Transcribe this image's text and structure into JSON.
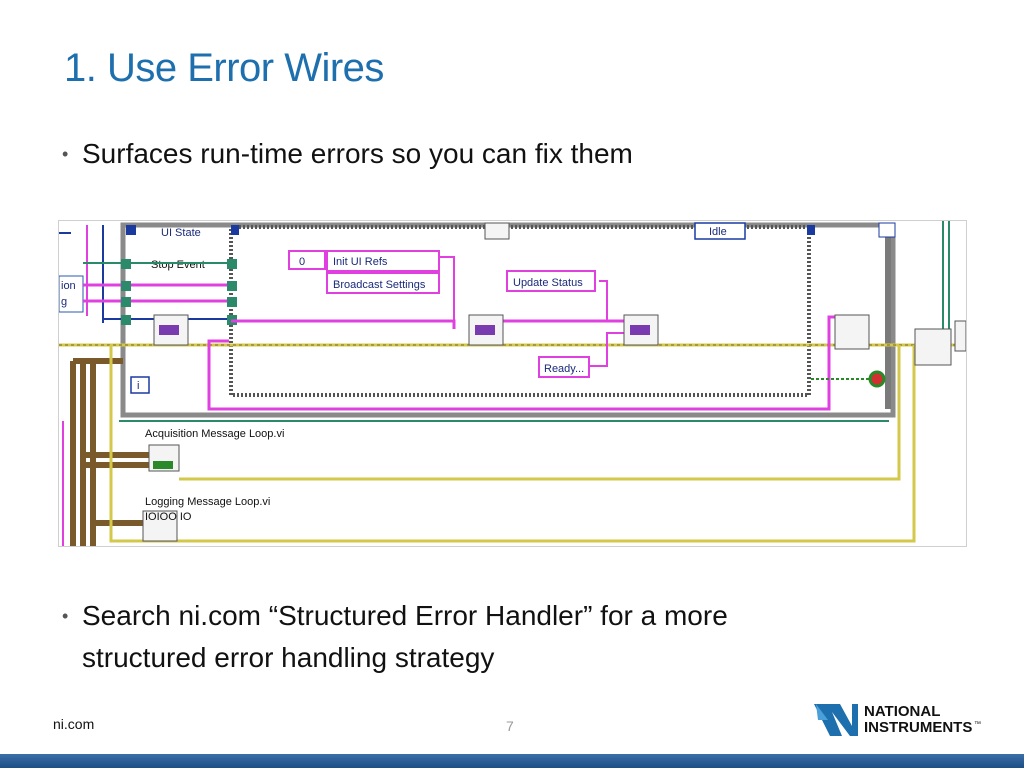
{
  "slide": {
    "title": "1. Use Error Wires",
    "bullets": [
      {
        "text": "Surfaces run-time errors so you can fix them"
      },
      {
        "lines": [
          "Search ni.com “Structured Error Handler” for a more",
          "structured error handling strategy"
        ]
      }
    ],
    "bullet_symbol": "•",
    "footer_left": "ni.com",
    "page_number": "7",
    "logo": {
      "line1": "NATIONAL",
      "line2": "INSTRUMENTS",
      "mark": "™"
    }
  },
  "diagram": {
    "labels": {
      "ui_state": "UI State",
      "stop_event": "Stop Event",
      "idle": "Idle",
      "init_ui_refs": "Init UI Refs",
      "broadcast_settings": "Broadcast Settings",
      "update_status": "Update Status",
      "ready": "Ready...",
      "acquisition_loop": "Acquisition Message Loop.vi",
      "logging_loop": "Logging Message Loop.vi",
      "numeric_zero": "0",
      "info_i": "i",
      "left_cut_1": "ion",
      "left_cut_2": "g",
      "binary_icon": "IOIOO IO"
    },
    "colors": {
      "title_blue": "#1d6fae",
      "error_wire": "#d4c84a",
      "string_wire": "#e040e0",
      "cluster_wire": "#7a5a2a",
      "ref_wire": "#2a8a6a",
      "enum_blue": "#1a3aa0",
      "bottom_bar": "#1d4e86"
    }
  }
}
